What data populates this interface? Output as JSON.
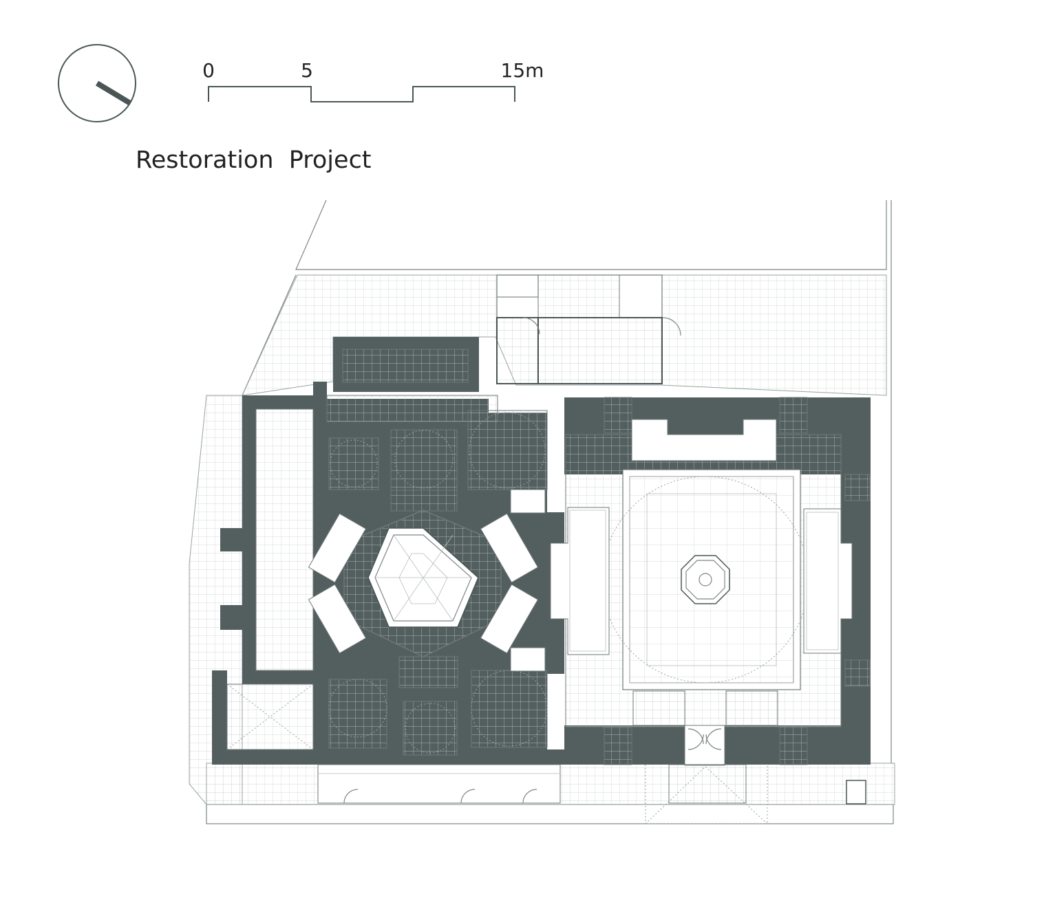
{
  "title": "Restoration  Project",
  "scale_bar": {
    "labels": [
      "0",
      "5",
      "15m"
    ]
  },
  "colors": {
    "wall": "#535f5f",
    "line": "#7d8585",
    "grid": "#b7bcbc",
    "text": "#222222"
  },
  "icons": {
    "north": "north-arrow-icon"
  }
}
